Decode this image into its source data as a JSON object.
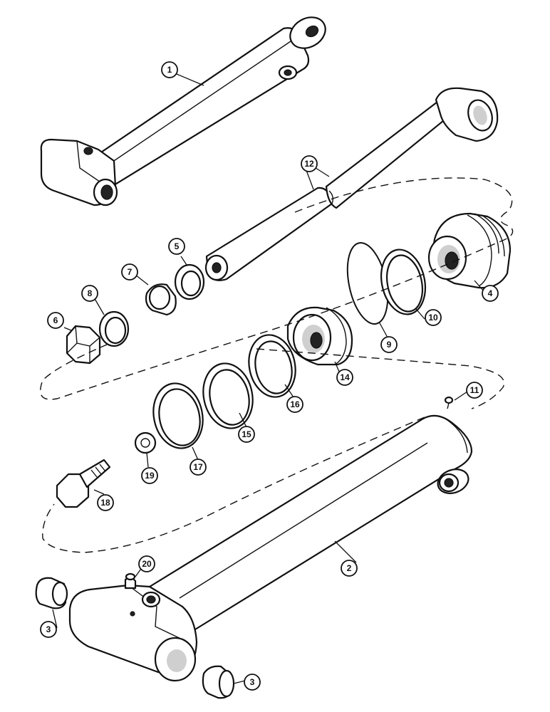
{
  "callouts": [
    {
      "id": "c1",
      "label": "1"
    },
    {
      "id": "c2",
      "label": "2"
    },
    {
      "id": "c3a",
      "label": "3"
    },
    {
      "id": "c3b",
      "label": "3"
    },
    {
      "id": "c4",
      "label": "4"
    },
    {
      "id": "c5",
      "label": "5"
    },
    {
      "id": "c6",
      "label": "6"
    },
    {
      "id": "c7",
      "label": "7"
    },
    {
      "id": "c8",
      "label": "8"
    },
    {
      "id": "c9",
      "label": "9"
    },
    {
      "id": "c10",
      "label": "10"
    },
    {
      "id": "c11",
      "label": "11"
    },
    {
      "id": "c12",
      "label": "12"
    },
    {
      "id": "c14",
      "label": "14"
    },
    {
      "id": "c15",
      "label": "15"
    },
    {
      "id": "c16",
      "label": "16"
    },
    {
      "id": "c17",
      "label": "17"
    },
    {
      "id": "c18",
      "label": "18"
    },
    {
      "id": "c19",
      "label": "19"
    },
    {
      "id": "c20",
      "label": "20"
    }
  ]
}
